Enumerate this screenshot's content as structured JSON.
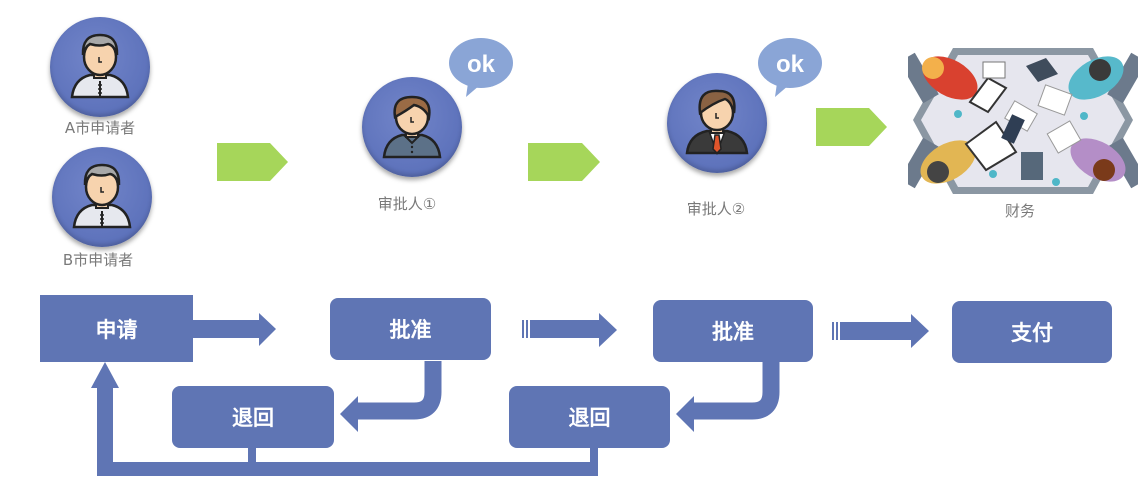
{
  "colors": {
    "avatar_blue": "#5f72bb",
    "flow_blue": "#5f75b4",
    "green_arrow": "#a6d65a",
    "bubble": "#8aa5d6",
    "caption_gray": "#7a7a7a"
  },
  "top_row": {
    "applicants": [
      {
        "label": "A市申请者",
        "icon": "applicant-avatar-icon"
      },
      {
        "label": "B市申请者",
        "icon": "applicant-avatar-icon"
      }
    ],
    "approvers": [
      {
        "label": "审批人①",
        "bubble": "ok",
        "icon": "approver-avatar-icon"
      },
      {
        "label": "审批人②",
        "bubble": "ok",
        "icon": "manager-avatar-icon"
      }
    ],
    "finance": {
      "label": "财务",
      "icon": "meeting-table-illustration"
    }
  },
  "flow": {
    "apply": "申请",
    "approve1": "批准",
    "approve2": "批准",
    "pay": "支付",
    "return1": "退回",
    "return2": "退回"
  }
}
